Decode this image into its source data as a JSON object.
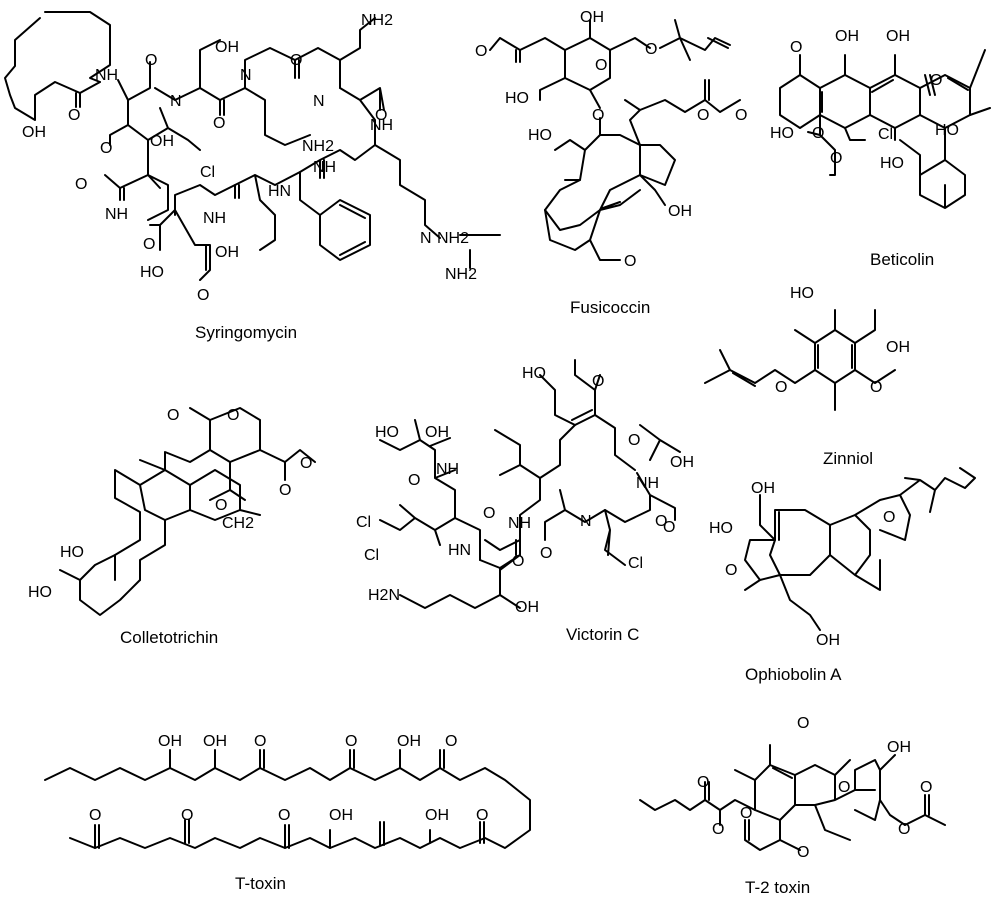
{
  "molecules": [
    {
      "name": "Syringomycin",
      "atoms": [
        "NH2",
        "OH",
        "NH",
        "N",
        "N",
        "N",
        "NH",
        "NH",
        "HN",
        "NH",
        "NH",
        "NH2",
        "O",
        "O",
        "O",
        "O",
        "O",
        "O",
        "O",
        "Cl",
        "OH",
        "OH",
        "HO",
        "OH",
        "O",
        "O",
        "N",
        "NH2",
        "NH2"
      ]
    },
    {
      "name": "Fusicoccin",
      "atoms": [
        "OH",
        "O",
        "O",
        "O",
        "HO",
        "O",
        "O",
        "O",
        "HO",
        "OH",
        "O"
      ]
    },
    {
      "name": "Beticolin",
      "atoms": [
        "O",
        "OH",
        "OH",
        "O",
        "HO",
        "O",
        "Cl",
        "HO",
        "O",
        "HO"
      ]
    },
    {
      "name": "Zinniol",
      "atoms": [
        "HO",
        "OH",
        "O",
        "O"
      ]
    },
    {
      "name": "Colletotrichin",
      "atoms": [
        "O",
        "O",
        "O",
        "O",
        "O",
        "CH2",
        "HO",
        "HO"
      ]
    },
    {
      "name": "Victorin C",
      "atoms": [
        "HO",
        "O",
        "HO",
        "OH",
        "O",
        "NH",
        "OH",
        "NH",
        "O",
        "NH",
        "O",
        "Cl",
        "Cl",
        "O",
        "HN",
        "O",
        "N",
        "O",
        "O",
        "Cl",
        "H2N",
        "OH"
      ]
    },
    {
      "name": "Ophiobolin A",
      "atoms": [
        "OH",
        "HO",
        "O",
        "O",
        "OH"
      ]
    },
    {
      "name": "T-toxin",
      "atoms": [
        "OH",
        "OH",
        "O",
        "O",
        "OH",
        "O",
        "O",
        "O",
        "OH",
        "O",
        "OH",
        "O"
      ]
    },
    {
      "name": "T-2 toxin",
      "atoms": [
        "O",
        "OH",
        "O",
        "O",
        "O",
        "O",
        "O",
        "O",
        "O"
      ]
    }
  ]
}
